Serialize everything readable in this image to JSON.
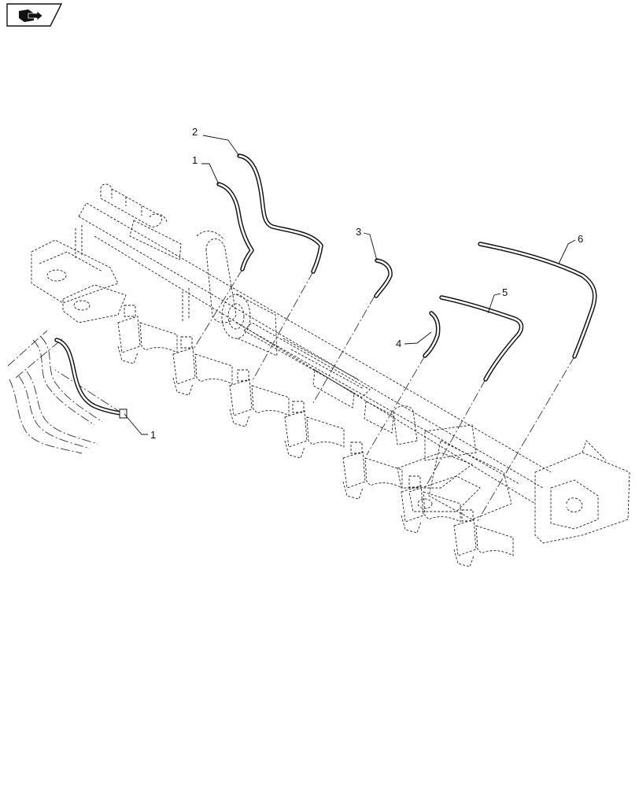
{
  "badge": {
    "icon": "book-arrow-icon"
  },
  "callouts": [
    {
      "id": "c2",
      "label": "2"
    },
    {
      "id": "c1a",
      "label": "1"
    },
    {
      "id": "c3",
      "label": "3"
    },
    {
      "id": "c6",
      "label": "6"
    },
    {
      "id": "c5",
      "label": "5"
    },
    {
      "id": "c4",
      "label": "4"
    },
    {
      "id": "c1b",
      "label": "1"
    }
  ],
  "colors": {
    "line": "#111111",
    "background": "#ffffff"
  }
}
